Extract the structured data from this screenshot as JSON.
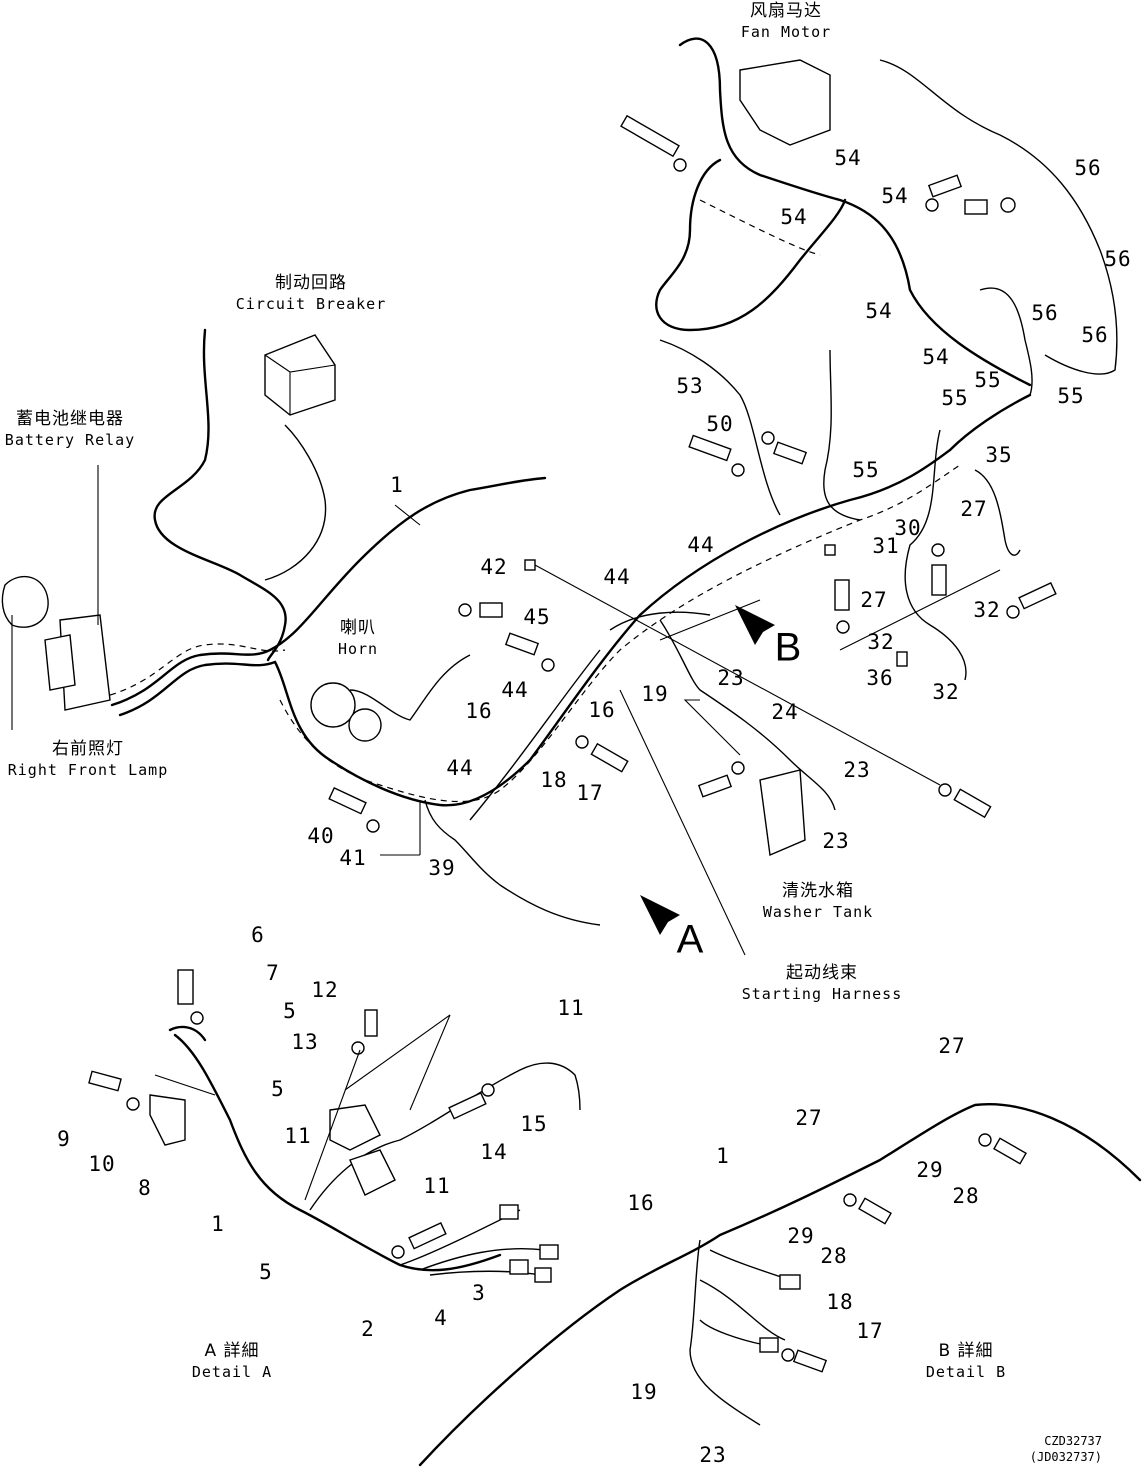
{
  "drawing": {
    "labels": {
      "fan_motor": {
        "zh": "风扇马达",
        "en": "Fan Motor"
      },
      "circuit_breaker": {
        "zh": "制动回路",
        "en": "Circuit Breaker"
      },
      "battery_relay": {
        "zh": "蓄电池继电器",
        "en": "Battery Relay"
      },
      "horn": {
        "zh": "喇叭",
        "en": "Horn"
      },
      "right_front_lamp": {
        "zh": "右前照灯",
        "en": "Right Front Lamp"
      },
      "washer_tank": {
        "zh": "清洗水箱",
        "en": "Washer Tank"
      },
      "starting_harness": {
        "zh": "起动线束",
        "en": "Starting Harness"
      },
      "detail_a": {
        "zh": "A 詳細",
        "en": "Detail A"
      },
      "detail_b": {
        "zh": "B 詳細",
        "en": "Detail B"
      }
    },
    "view_markers": {
      "a": "A",
      "b": "B"
    },
    "drawing_codes": {
      "line1": "CZD32737",
      "line2": "(JD032737)"
    },
    "callouts_main": [
      "1",
      "42",
      "45",
      "44",
      "16",
      "16",
      "18",
      "17",
      "44",
      "40",
      "41",
      "39",
      "19",
      "23",
      "24",
      "23",
      "23",
      "44",
      "44",
      "50",
      "53",
      "54",
      "54",
      "54",
      "54",
      "54",
      "56",
      "56",
      "56",
      "56",
      "55",
      "55",
      "55",
      "55",
      "35",
      "27",
      "30",
      "31",
      "27",
      "32",
      "32",
      "32",
      "36"
    ],
    "callouts_detail_a": [
      "6",
      "7",
      "5",
      "12",
      "13",
      "11",
      "9",
      "10",
      "8",
      "5",
      "11",
      "11",
      "14",
      "15",
      "1",
      "5",
      "2",
      "4",
      "3"
    ],
    "callouts_detail_b": [
      "27",
      "27",
      "1",
      "29",
      "28",
      "29",
      "28",
      "16",
      "18",
      "17",
      "19",
      "23"
    ]
  }
}
